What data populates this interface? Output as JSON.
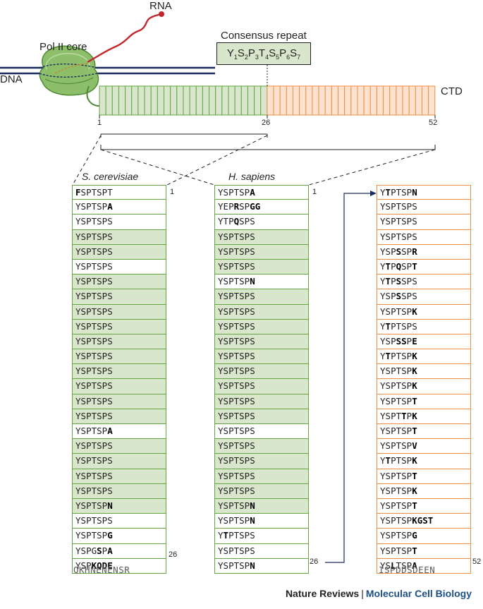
{
  "labels": {
    "rna": "RNA",
    "pol_ii_core": "Pol II core",
    "dna": "DNA",
    "ctd": "CTD",
    "consensus_title": "Consensus repeat",
    "species_yeast": "S. cerevisiae",
    "species_human": "H. sapiens"
  },
  "consensus": [
    {
      "aa": "Y",
      "n": "1"
    },
    {
      "aa": "S",
      "n": "2"
    },
    {
      "aa": "P",
      "n": "3"
    },
    {
      "aa": "T",
      "n": "4"
    },
    {
      "aa": "S",
      "n": "5"
    },
    {
      "aa": "P",
      "n": "6"
    },
    {
      "aa": "S",
      "n": "7"
    }
  ],
  "ctd_bar": {
    "green_segments": 26,
    "orange_segments": 26,
    "tick_start": "1",
    "tick_mid": "26",
    "tick_end": "52"
  },
  "yeast": {
    "rows": [
      {
        "seq": "FSPTSPT",
        "bold": [
          0
        ],
        "shade": false
      },
      {
        "seq": "YSPTSPA",
        "bold": [
          6
        ],
        "shade": false
      },
      {
        "seq": "YSPTSPS",
        "bold": [],
        "shade": false
      },
      {
        "seq": "YSPTSPS",
        "bold": [],
        "shade": true
      },
      {
        "seq": "YSPTSPS",
        "bold": [],
        "shade": true
      },
      {
        "seq": "YSPTSPS",
        "bold": [],
        "shade": false
      },
      {
        "seq": "YSPTSPS",
        "bold": [],
        "shade": true
      },
      {
        "seq": "YSPTSPS",
        "bold": [],
        "shade": true
      },
      {
        "seq": "YSPTSPS",
        "bold": [],
        "shade": true
      },
      {
        "seq": "YSPTSPS",
        "bold": [],
        "shade": true
      },
      {
        "seq": "YSPTSPS",
        "bold": [],
        "shade": true
      },
      {
        "seq": "YSPTSPS",
        "bold": [],
        "shade": true
      },
      {
        "seq": "YSPTSPS",
        "bold": [],
        "shade": true
      },
      {
        "seq": "YSPTSPS",
        "bold": [],
        "shade": true
      },
      {
        "seq": "YSPTSPS",
        "bold": [],
        "shade": true
      },
      {
        "seq": "YSPTSPS",
        "bold": [],
        "shade": true
      },
      {
        "seq": "YSPTSPA",
        "bold": [
          6
        ],
        "shade": false
      },
      {
        "seq": "YSPTSPS",
        "bold": [],
        "shade": true
      },
      {
        "seq": "YSPTSPS",
        "bold": [],
        "shade": true
      },
      {
        "seq": "YSPTSPS",
        "bold": [],
        "shade": true
      },
      {
        "seq": "YSPTSPS",
        "bold": [],
        "shade": true
      },
      {
        "seq": "YSPTSPN",
        "bold": [
          6
        ],
        "shade": true
      },
      {
        "seq": "YSPTSPS",
        "bold": [],
        "shade": false
      },
      {
        "seq": "YSPTSPG",
        "bold": [
          6
        ],
        "shade": false
      },
      {
        "seq": "YSPGSPA",
        "bold": [
          4,
          6
        ],
        "shade": false
      },
      {
        "seq": "YSPKQDE",
        "bold": [
          3,
          4,
          5,
          6
        ],
        "shade": false
      }
    ],
    "start_index": "1",
    "end_index": "26",
    "tail": "QKHNENENSR"
  },
  "human_a": {
    "rows": [
      {
        "seq": "YSPTSPA",
        "bold": [
          6
        ],
        "shade": false
      },
      {
        "seq": "YEPRSPGG",
        "bold": [
          3,
          6,
          7
        ],
        "shade": false
      },
      {
        "seq": "YTPQSPS",
        "bold": [
          3
        ],
        "shade": false
      },
      {
        "seq": "YSPTSPS",
        "bold": [],
        "shade": true
      },
      {
        "seq": "YSPTSPS",
        "bold": [],
        "shade": true
      },
      {
        "seq": "YSPTSPS",
        "bold": [],
        "shade": true
      },
      {
        "seq": "YSPTSPN",
        "bold": [
          6
        ],
        "shade": false
      },
      {
        "seq": "YSPTSPS",
        "bold": [],
        "shade": true
      },
      {
        "seq": "YSPTSPS",
        "bold": [],
        "shade": true
      },
      {
        "seq": "YSPTSPS",
        "bold": [],
        "shade": true
      },
      {
        "seq": "YSPTSPS",
        "bold": [],
        "shade": true
      },
      {
        "seq": "YSPTSPS",
        "bold": [],
        "shade": true
      },
      {
        "seq": "YSPTSPS",
        "bold": [],
        "shade": true
      },
      {
        "seq": "YSPTSPS",
        "bold": [],
        "shade": true
      },
      {
        "seq": "YSPTSPS",
        "bold": [],
        "shade": true
      },
      {
        "seq": "YSPTSPS",
        "bold": [],
        "shade": true
      },
      {
        "seq": "YSPTSPS",
        "bold": [],
        "shade": false
      },
      {
        "seq": "YSPTSPS",
        "bold": [],
        "shade": true
      },
      {
        "seq": "YSPTSPS",
        "bold": [],
        "shade": true
      },
      {
        "seq": "YSPTSPS",
        "bold": [],
        "shade": true
      },
      {
        "seq": "YSPTSPS",
        "bold": [],
        "shade": true
      },
      {
        "seq": "YSPTSPN",
        "bold": [
          6
        ],
        "shade": true
      },
      {
        "seq": "YSPTSPN",
        "bold": [
          6
        ],
        "shade": false
      },
      {
        "seq": "YTPTSPS",
        "bold": [
          1
        ],
        "shade": false
      },
      {
        "seq": "YSPTSPS",
        "bold": [],
        "shade": false
      },
      {
        "seq": "YSPTSPN",
        "bold": [
          6
        ],
        "shade": false
      }
    ],
    "start_index": "1",
    "end_index": "26"
  },
  "human_b": {
    "rows": [
      {
        "seq": "YTPTSPN",
        "bold": [
          1,
          6
        ]
      },
      {
        "seq": "YSPTSPS",
        "bold": []
      },
      {
        "seq": "YSPTSPS",
        "bold": []
      },
      {
        "seq": "YSPTSPS",
        "bold": []
      },
      {
        "seq": "YSPSSPR",
        "bold": [
          3,
          6
        ]
      },
      {
        "seq": "YTPQSPT",
        "bold": [
          1,
          3,
          6
        ]
      },
      {
        "seq": "YTPSSPS",
        "bold": [
          1,
          3
        ]
      },
      {
        "seq": "YSPSSPS",
        "bold": [
          3
        ]
      },
      {
        "seq": "YSPTSPK",
        "bold": [
          6
        ]
      },
      {
        "seq": "YTPTSPS",
        "bold": [
          1
        ]
      },
      {
        "seq": "YSPSSPE",
        "bold": [
          3,
          4,
          6
        ]
      },
      {
        "seq": "YTPTSPK",
        "bold": [
          1,
          6
        ]
      },
      {
        "seq": "YSPTSPK",
        "bold": [
          6
        ]
      },
      {
        "seq": "YSPTSPK",
        "bold": [
          6
        ]
      },
      {
        "seq": "YSPTSPT",
        "bold": [
          6
        ]
      },
      {
        "seq": "YSPTTPK",
        "bold": [
          4,
          6
        ]
      },
      {
        "seq": "YSPTSPT",
        "bold": [
          6
        ]
      },
      {
        "seq": "YSPTSPV",
        "bold": [
          6
        ]
      },
      {
        "seq": "YTPTSPK",
        "bold": [
          1,
          6
        ]
      },
      {
        "seq": "YSPTSPT",
        "bold": [
          6
        ]
      },
      {
        "seq": "YSPTSPK",
        "bold": [
          6
        ]
      },
      {
        "seq": "YSPTSPT",
        "bold": [
          6
        ]
      },
      {
        "seq": "YSPTSPKGST",
        "bold": [
          6,
          7,
          8,
          9
        ]
      },
      {
        "seq": "YSPTSPG",
        "bold": [
          6
        ]
      },
      {
        "seq": "YSPTSPT",
        "bold": [
          6
        ]
      },
      {
        "seq": "YSLTSPA",
        "bold": [
          2,
          6
        ]
      }
    ],
    "end_index": "52",
    "tail": "ISPDDSDEEN"
  },
  "footer": {
    "journal": "Nature Reviews",
    "separator": "|",
    "section": "Molecular Cell Biology"
  },
  "colors": {
    "green_stroke": "#64a442",
    "green_fill": "#d8e6cc",
    "orange_stroke": "#ec8e43",
    "orange_fill": "#fde3cf",
    "rna_red": "#c1272d",
    "dna_navy": "#1c2a5e",
    "footer_blue": "#1c4f84"
  }
}
